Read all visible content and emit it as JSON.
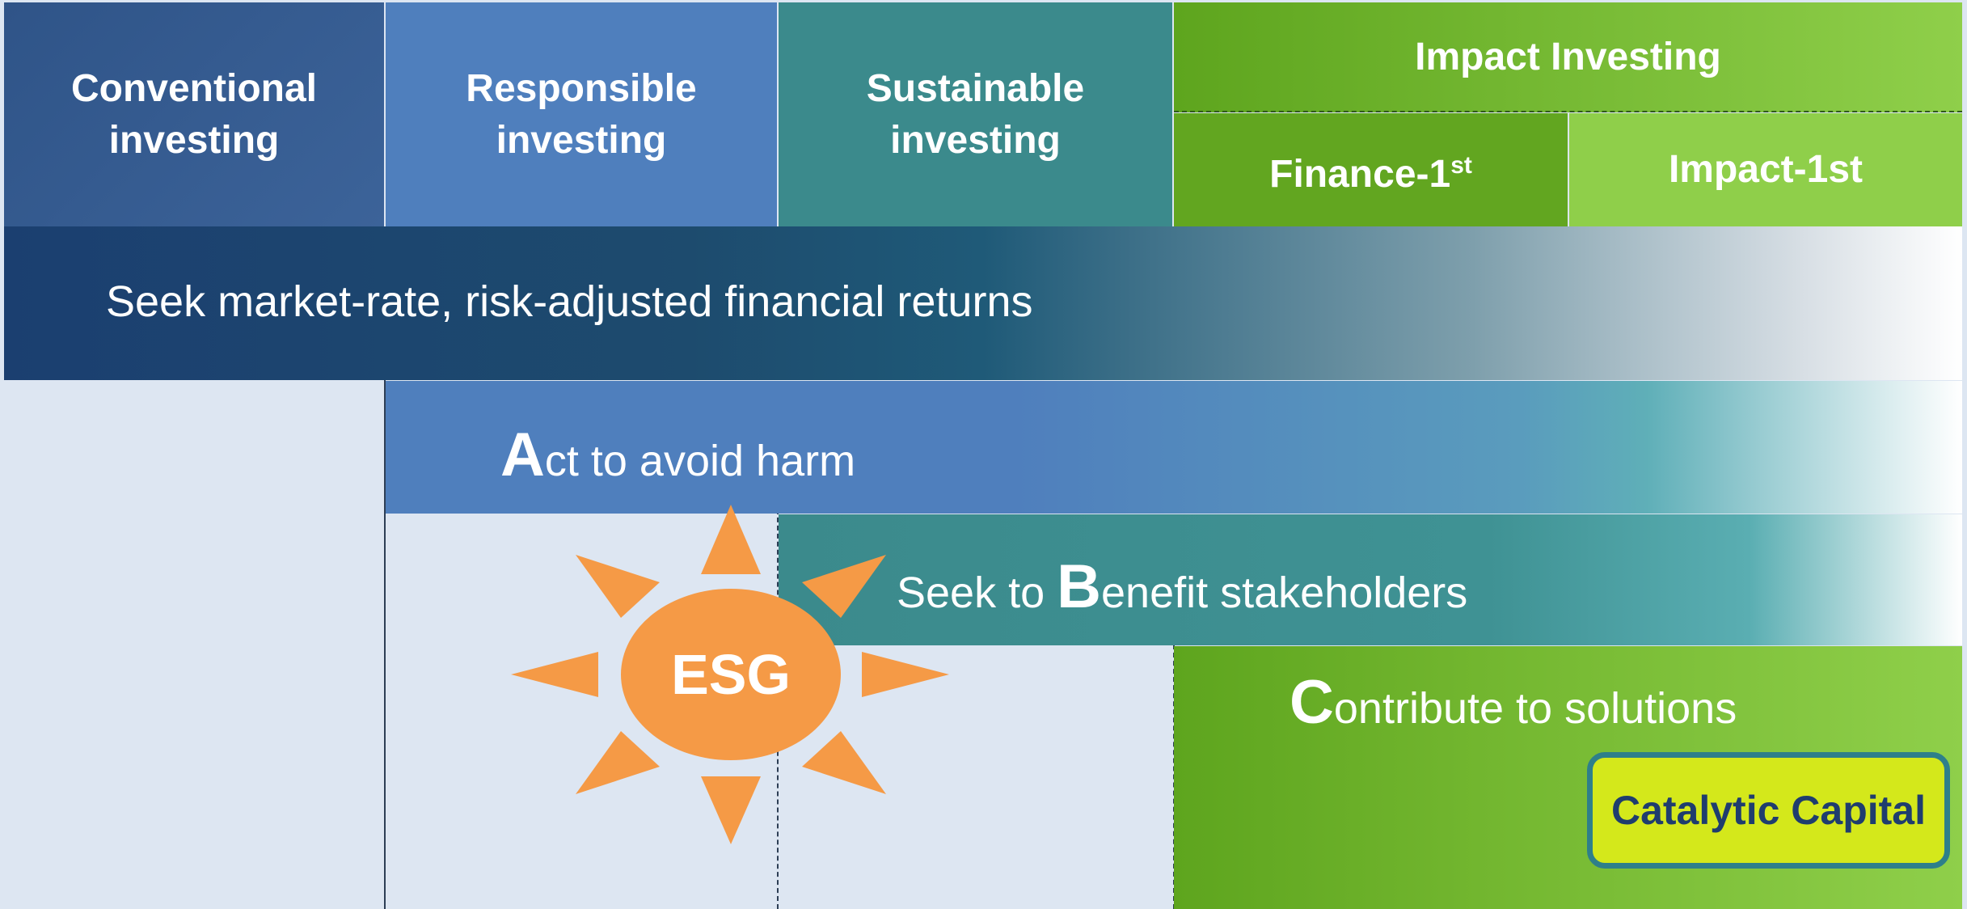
{
  "headers": {
    "conventional": "Conventional investing",
    "responsible": "Responsible investing",
    "sustainable": "Sustainable investing",
    "impact": "Impact Investing",
    "finance_first_base": "Finance-1",
    "finance_first_sup": "st",
    "impact_first": "Impact-1st"
  },
  "bands": {
    "returns": "Seek market-rate, risk-adjusted financial returns",
    "avoid_harm_initial": "A",
    "avoid_harm_rest": "ct to avoid harm",
    "benefit_prefix": "Seek to ",
    "benefit_initial": "B",
    "benefit_rest": "enefit stakeholders",
    "contribute_initial": "C",
    "contribute_rest": "ontribute to solutions"
  },
  "esg": {
    "label": "ESG"
  },
  "catalytic": {
    "label": "Catalytic Capital"
  },
  "colors": {
    "conventional": "#365c8e",
    "responsible": "#4f7fbd",
    "sustainable": "#3b8a8c",
    "impact_dark": "#5ea51e",
    "impact_light": "#8fcf4a",
    "esg": "#f59a46",
    "catalytic_fill": "#d4e81b",
    "catalytic_border": "#2e7f8a",
    "catalytic_text": "#1f3d6e",
    "background_cells": "#dde6f2"
  }
}
